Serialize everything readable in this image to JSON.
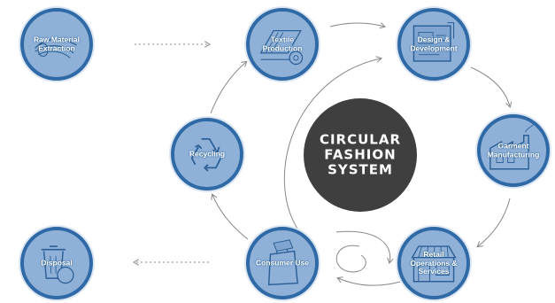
{
  "center": {
    "title": "CIRCULAR\nFASHION\nSYSTEM"
  },
  "stages": {
    "raw_material": "Raw Material Extraction",
    "textile_production": "Textile Production",
    "design": "Design & Development",
    "garment": "Garment Manufacturing",
    "retail": "Retail Operations & Services",
    "consumer": "Consumer Use",
    "recycling": "Recycling",
    "disposal": "Disposal"
  },
  "colors": {
    "node_fill": "#8fb1d8",
    "node_ring": "#2f6aa6",
    "icon_line": "#2c5f95",
    "center_fill": "#3f3f3f",
    "arrow": "#888888"
  },
  "icons": {
    "raw_material": "yarn-spool-icon",
    "textile_production": "fabric-roll-icon",
    "design": "blueprint-icon",
    "garment": "factory-icon",
    "retail": "storefront-icon",
    "consumer": "shopping-bag-icon",
    "recycling": "recycle-icon",
    "disposal": "trash-bin-icon"
  }
}
